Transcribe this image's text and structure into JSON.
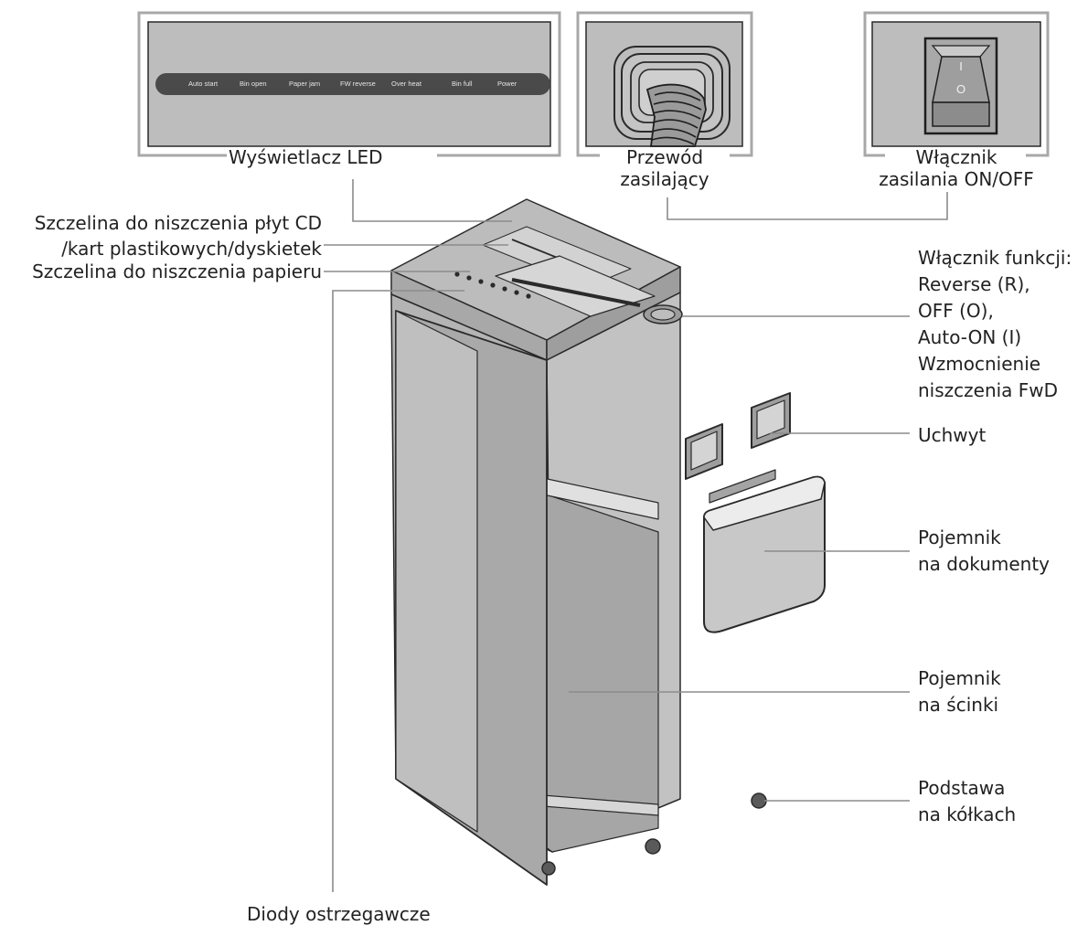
{
  "led_panel": {
    "indicators": [
      "Auto start",
      "Bin open",
      "Paper jam",
      "FW reverse",
      "Over heat",
      "Bin full",
      "Power"
    ]
  },
  "switch_glyphs": {
    "on": "I",
    "off": "O"
  },
  "labels": {
    "led_display": "Wyświetlacz LED",
    "power_cord": [
      "Przewód",
      "zasilający"
    ],
    "power_switch": [
      "Włącznik",
      "zasilania ON/OFF"
    ],
    "cd_slot": [
      "Szczelina do niszczenia płyt CD",
      "/kart plastikowych/dyskietek"
    ],
    "paper_slot": "Szczelina do niszczenia papieru",
    "function_switch": [
      "Włącznik funkcji:",
      "Reverse (R),",
      "OFF (O),",
      "Auto-ON (I)",
      "Wzmocnienie",
      "niszczenia FwD"
    ],
    "handle": "Uchwyt",
    "document_basket": [
      "Pojemnik",
      "na dokumenty"
    ],
    "waste_bin": [
      "Pojemnik",
      "na ścinki"
    ],
    "caster_base": [
      "Podstawa",
      "na kółkach"
    ],
    "warning_leds": "Diody ostrzegawcze"
  },
  "colors": {
    "body": "#b2b2b2",
    "body_dark": "#9c9c9c",
    "panel": "#bdbdbd",
    "led_strip": "#4a4a4a",
    "outline": "#2a2a2a",
    "leader": "#8c8c8c"
  }
}
